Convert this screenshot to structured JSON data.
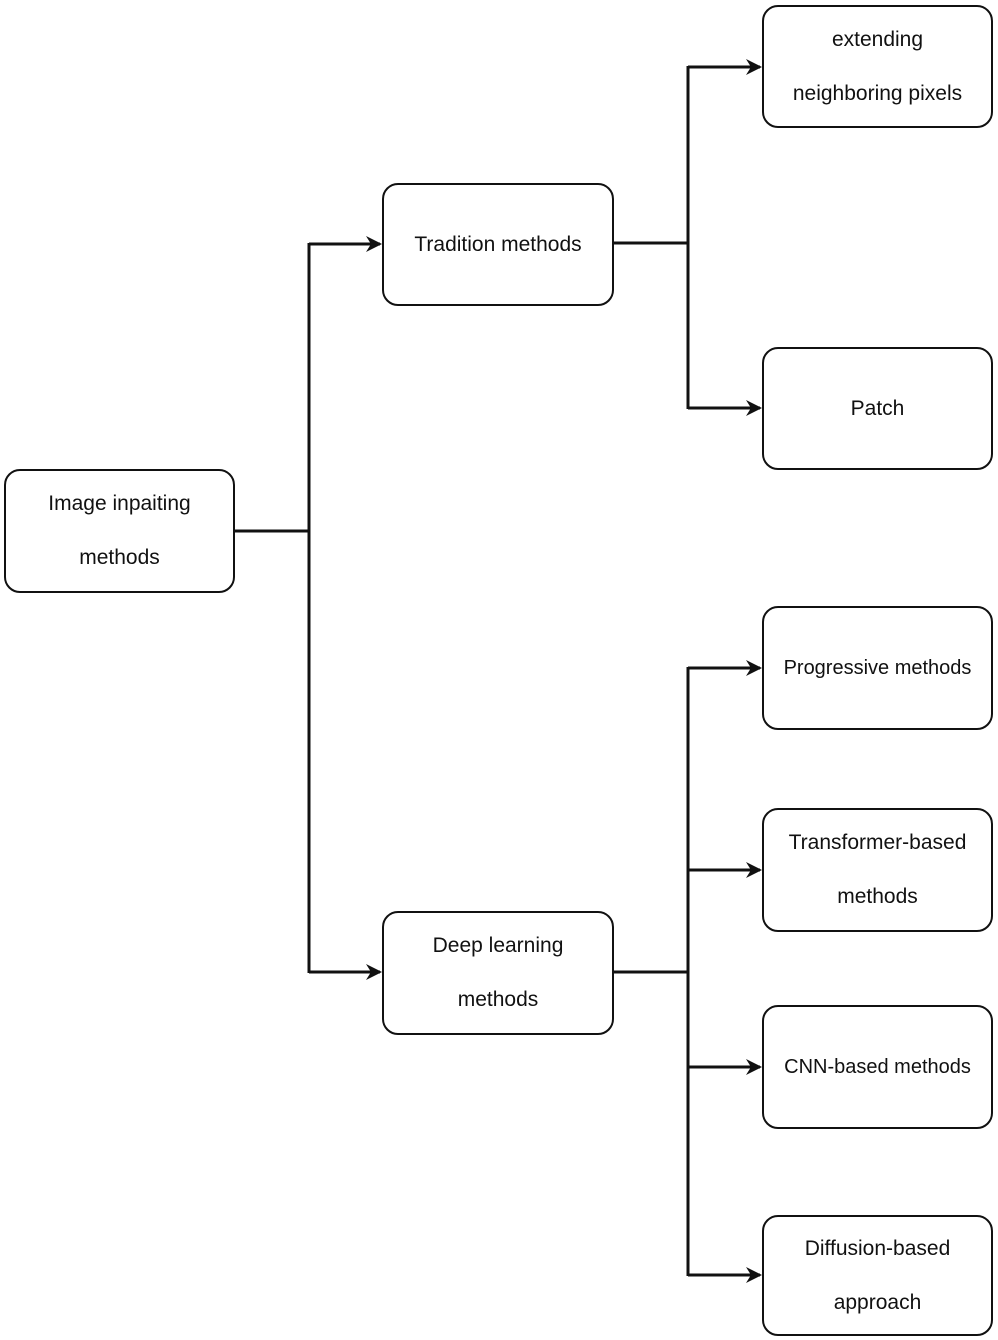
{
  "diagram": {
    "nodes": {
      "root": {
        "lines": [
          "Image inpaiting",
          "methods"
        ]
      },
      "trad": {
        "lines": [
          "Tradition methods"
        ]
      },
      "deep": {
        "lines": [
          "Deep learning",
          "methods"
        ]
      },
      "ext": {
        "lines": [
          "extending",
          "neighboring pixels"
        ]
      },
      "patch": {
        "lines": [
          "Patch"
        ]
      },
      "prog": {
        "lines": [
          "Progressive methods"
        ]
      },
      "trans": {
        "lines": [
          "Transformer-based",
          "methods"
        ]
      },
      "cnn": {
        "lines": [
          "CNN-based methods"
        ]
      },
      "diff": {
        "lines": [
          "Diffusion-based",
          "approach"
        ]
      }
    },
    "edges": [
      {
        "from": "root",
        "to": "trad"
      },
      {
        "from": "root",
        "to": "deep"
      },
      {
        "from": "trad",
        "to": "ext"
      },
      {
        "from": "trad",
        "to": "patch"
      },
      {
        "from": "deep",
        "to": "prog"
      },
      {
        "from": "deep",
        "to": "trans"
      },
      {
        "from": "deep",
        "to": "cnn"
      },
      {
        "from": "deep",
        "to": "diff"
      }
    ],
    "colors": {
      "stroke": "#111111",
      "background": "#ffffff"
    }
  }
}
